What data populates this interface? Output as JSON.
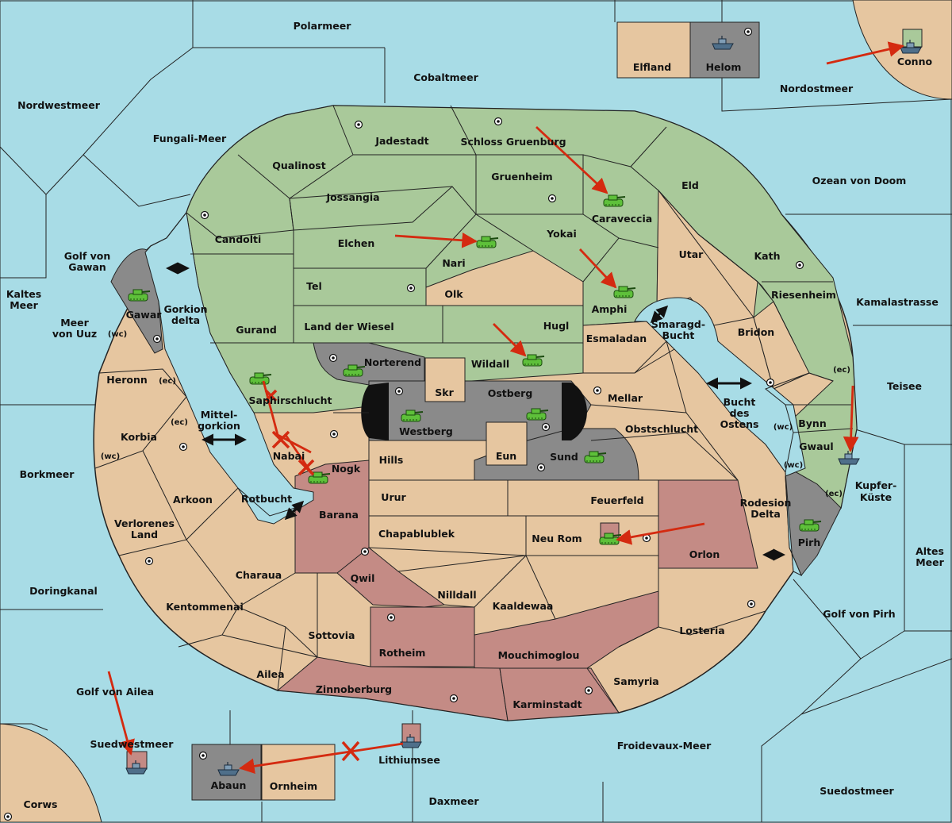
{
  "colors": {
    "sea": "#a8dce6",
    "green_power": "#a9c99a",
    "neutral_tan": "#e6c6a0",
    "red_power": "#c48b85",
    "grey_power": "#8a8a8a",
    "order_arrow": "#d42a10",
    "failed_order": "#d42a10",
    "border": "#222222"
  },
  "seas": [
    {
      "id": "polarmeer",
      "name": "Polarmeer"
    },
    {
      "id": "cobaltmeer",
      "name": "Cobaltmeer"
    },
    {
      "id": "nordwestmeer",
      "name": "Nordwestmeer"
    },
    {
      "id": "fungali",
      "name": "Fungali-Meer"
    },
    {
      "id": "nordostmeer",
      "name": "Nordostmeer"
    },
    {
      "id": "ozean",
      "name": "Ozean von Doom"
    },
    {
      "id": "kamalastrasse",
      "name": "Kamalastrasse"
    },
    {
      "id": "teisee",
      "name": "Teisee"
    },
    {
      "id": "kupferkueste",
      "name": "Kupfer-\nKüste"
    },
    {
      "id": "altesmeer",
      "name": "Altes\nMeer"
    },
    {
      "id": "golfpirh",
      "name": "Golf von Pirh"
    },
    {
      "id": "suedostmeer",
      "name": "Suedostmeer"
    },
    {
      "id": "froidevaux",
      "name": "Froidevaux-Meer"
    },
    {
      "id": "daxmeer",
      "name": "Daxmeer"
    },
    {
      "id": "lithiumsee",
      "name": "Lithiumsee"
    },
    {
      "id": "suedwestmeer",
      "name": "Suedwestmeer"
    },
    {
      "id": "golfailea",
      "name": "Golf von Ailea"
    },
    {
      "id": "doringkanal",
      "name": "Doringkanal"
    },
    {
      "id": "borkmeer",
      "name": "Borkmeer"
    },
    {
      "id": "kaltesmeer",
      "name": "Kaltes\nMeer"
    },
    {
      "id": "meeruuz",
      "name": "Meer\nvon Uuz"
    },
    {
      "id": "golfgawan",
      "name": "Golf von\nGawan"
    },
    {
      "id": "gorkiondelta",
      "name": "Gorkion\ndelta"
    },
    {
      "id": "mittelgorkion",
      "name": "Mittel-\ngorkion"
    },
    {
      "id": "rotbucht",
      "name": "Rotbucht"
    },
    {
      "id": "smaragdbucht",
      "name": "Smaragd-\nBucht"
    },
    {
      "id": "buchtostens",
      "name": "Bucht\ndes\nOstens"
    },
    {
      "id": "rodesiondelta",
      "name": "Rodesion\nDelta"
    }
  ],
  "provinces": [
    {
      "id": "jadestadt",
      "name": "Jadestadt"
    },
    {
      "id": "schlossgruenburg",
      "name": "Schloss Gruenburg"
    },
    {
      "id": "qualinost",
      "name": "Qualinost"
    },
    {
      "id": "jossangia",
      "name": "Jossangia"
    },
    {
      "id": "gruenheim",
      "name": "Gruenheim"
    },
    {
      "id": "eld",
      "name": "Eld"
    },
    {
      "id": "candolti",
      "name": "Candolti"
    },
    {
      "id": "elchen",
      "name": "Elchen"
    },
    {
      "id": "nari",
      "name": "Nari"
    },
    {
      "id": "yokai",
      "name": "Yokai"
    },
    {
      "id": "caraveccia",
      "name": "Caraveccia"
    },
    {
      "id": "utar",
      "name": "Utar"
    },
    {
      "id": "kath",
      "name": "Kath"
    },
    {
      "id": "tel",
      "name": "Tel"
    },
    {
      "id": "olk",
      "name": "Olk"
    },
    {
      "id": "amphi",
      "name": "Amphi"
    },
    {
      "id": "riesenheim",
      "name": "Riesenheim"
    },
    {
      "id": "gurand",
      "name": "Gurand"
    },
    {
      "id": "landderwiesel",
      "name": "Land der Wiesel"
    },
    {
      "id": "hugl",
      "name": "Hugl"
    },
    {
      "id": "esmaladan",
      "name": "Esmaladan"
    },
    {
      "id": "bridon",
      "name": "Bridon"
    },
    {
      "id": "norterend",
      "name": "Norterend"
    },
    {
      "id": "wildall",
      "name": "Wildall"
    },
    {
      "id": "skr",
      "name": "Skr"
    },
    {
      "id": "ostberg",
      "name": "Ostberg"
    },
    {
      "id": "westberg",
      "name": "Westberg"
    },
    {
      "id": "mellar",
      "name": "Mellar"
    },
    {
      "id": "saphirschlucht",
      "name": "Saphirschlucht"
    },
    {
      "id": "obstschlucht",
      "name": "Obstschlucht"
    },
    {
      "id": "nabai",
      "name": "Nabai"
    },
    {
      "id": "hills",
      "name": "Hills"
    },
    {
      "id": "eun",
      "name": "Eun"
    },
    {
      "id": "sund",
      "name": "Sund"
    },
    {
      "id": "nogk",
      "name": "Nogk"
    },
    {
      "id": "bynn",
      "name": "Bynn"
    },
    {
      "id": "gwaul",
      "name": "Gwaul"
    },
    {
      "id": "urur",
      "name": "Urur"
    },
    {
      "id": "feuerfeld",
      "name": "Feuerfeld"
    },
    {
      "id": "barana",
      "name": "Barana"
    },
    {
      "id": "chapablublek",
      "name": "Chapablublek"
    },
    {
      "id": "neurom",
      "name": "Neu Rom"
    },
    {
      "id": "orlon",
      "name": "Orlon"
    },
    {
      "id": "pirh",
      "name": "Pirh"
    },
    {
      "id": "qwil",
      "name": "Qwil"
    },
    {
      "id": "nilldall",
      "name": "Nilldall"
    },
    {
      "id": "kaaldewaa",
      "name": "Kaaldewaa"
    },
    {
      "id": "losteria",
      "name": "Losteria"
    },
    {
      "id": "rotheim",
      "name": "Rotheim"
    },
    {
      "id": "mouchimoglou",
      "name": "Mouchimoglou"
    },
    {
      "id": "samyria",
      "name": "Samyria"
    },
    {
      "id": "zinnoberburg",
      "name": "Zinnoberburg"
    },
    {
      "id": "karminstadt",
      "name": "Karminstadt"
    },
    {
      "id": "gawar",
      "name": "Gawar"
    },
    {
      "id": "heronn",
      "name": "Heronn"
    },
    {
      "id": "korbia",
      "name": "Korbia"
    },
    {
      "id": "arkoon",
      "name": "Arkoon"
    },
    {
      "id": "verlorenesland",
      "name": "Verlorenes\nLand"
    },
    {
      "id": "charaua",
      "name": "Charaua"
    },
    {
      "id": "kentommenai",
      "name": "Kentommenai"
    },
    {
      "id": "sottovia",
      "name": "Sottovia"
    },
    {
      "id": "ailea",
      "name": "Ailea"
    },
    {
      "id": "elfland",
      "name": "Elfland"
    },
    {
      "id": "helom",
      "name": "Helom"
    },
    {
      "id": "conno",
      "name": "Conno"
    },
    {
      "id": "abaun",
      "name": "Abaun"
    },
    {
      "id": "ornheim",
      "name": "Ornheim"
    },
    {
      "id": "corws",
      "name": "Corws"
    }
  ],
  "coast_tags": {
    "wc": "(wc)",
    "ec": "(ec)"
  },
  "units": [
    {
      "type": "army",
      "power": "green",
      "at": "Gawar"
    },
    {
      "type": "army",
      "power": "green",
      "at": "Saphirschlucht"
    },
    {
      "type": "army",
      "power": "green",
      "at": "Nogk"
    },
    {
      "type": "army",
      "power": "green",
      "at": "Norterend"
    },
    {
      "type": "army",
      "power": "green",
      "at": "Westberg"
    },
    {
      "type": "army",
      "power": "green",
      "at": "Ostberg"
    },
    {
      "type": "army",
      "power": "green",
      "at": "Sund"
    },
    {
      "type": "army",
      "power": "green",
      "at": "Wildall"
    },
    {
      "type": "army",
      "power": "green",
      "at": "Nari"
    },
    {
      "type": "army",
      "power": "green",
      "at": "Caraveccia"
    },
    {
      "type": "army",
      "power": "green",
      "at": "Amphi"
    },
    {
      "type": "army",
      "power": "green",
      "at": "Neu Rom"
    },
    {
      "type": "army",
      "power": "green",
      "at": "Pirh"
    },
    {
      "type": "fleet",
      "power": "grey",
      "at": "Helom"
    },
    {
      "type": "fleet",
      "power": "grey",
      "at": "Conno"
    },
    {
      "type": "fleet",
      "power": "grey",
      "at": "Gwaul"
    },
    {
      "type": "fleet",
      "power": "grey",
      "at": "Abaun"
    },
    {
      "type": "fleet",
      "power": "grey",
      "at": "Lithiumsee"
    },
    {
      "type": "fleet",
      "power": "grey",
      "at": "Suedwestmeer"
    }
  ]
}
